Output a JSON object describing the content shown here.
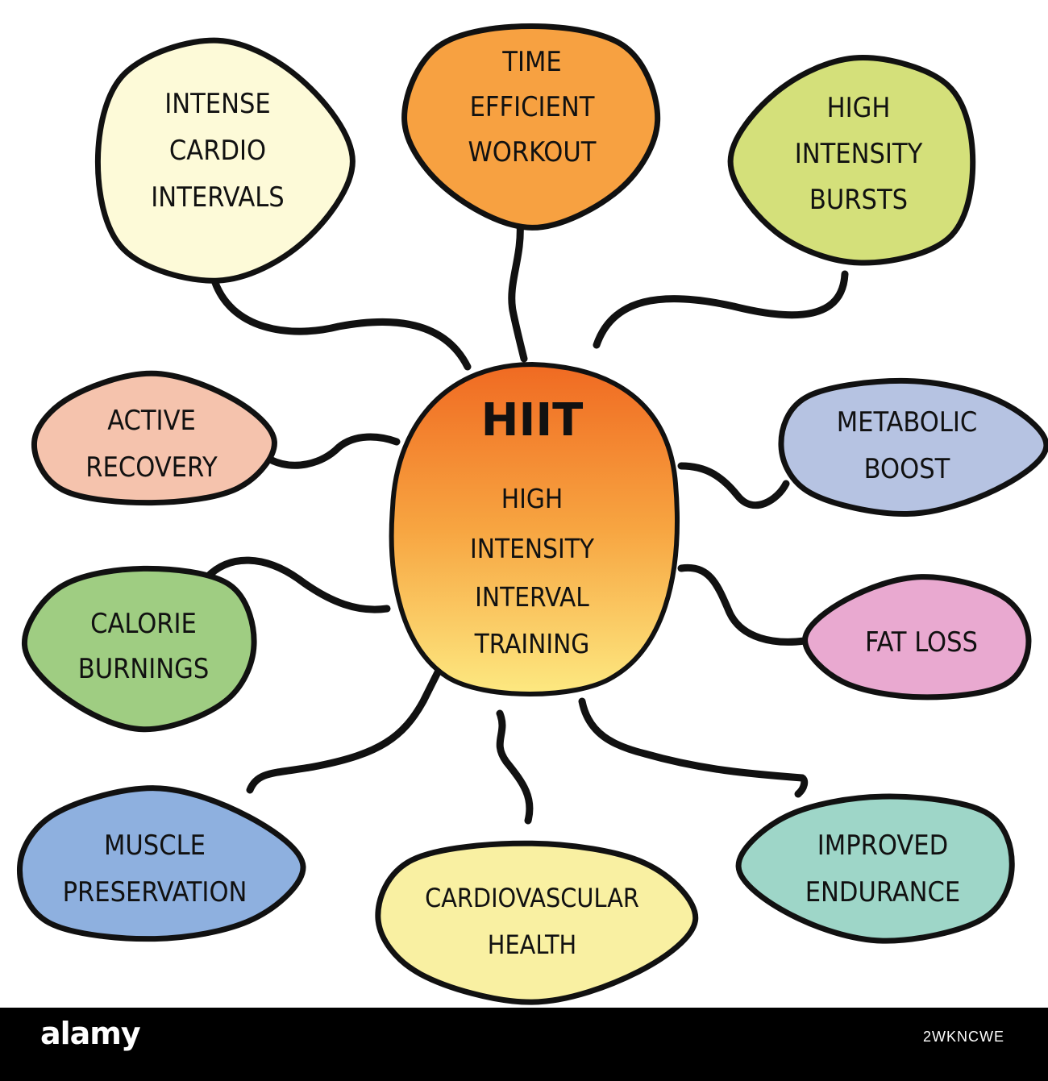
{
  "hub": {
    "title": "HIIT",
    "subtitle_lines": [
      "HIGH",
      "INTENSITY",
      "INTERVAL",
      "TRAINING"
    ],
    "gradient": [
      "#f06a22",
      "#f7a541",
      "#fde981"
    ]
  },
  "nodes": [
    {
      "id": "intense-cardio-intervals",
      "lines": [
        "INTENSE",
        "CARDIO",
        "INTERVALS"
      ],
      "fill": "#fdfad8"
    },
    {
      "id": "time-efficient-workout",
      "lines": [
        "TIME",
        "EFFICIENT",
        "WORKOUT"
      ],
      "fill": "#f7a141"
    },
    {
      "id": "high-intensity-bursts",
      "lines": [
        "HIGH",
        "INTENSITY",
        "BURSTS"
      ],
      "fill": "#d4e07a"
    },
    {
      "id": "active-recovery",
      "lines": [
        "ACTIVE",
        "RECOVERY"
      ],
      "fill": "#f5c3ad"
    },
    {
      "id": "metabolic-boost",
      "lines": [
        "METABOLIC",
        "BOOST"
      ],
      "fill": "#b6c3e2"
    },
    {
      "id": "calorie-burnings",
      "lines": [
        "CALORIE",
        "BURNINGS"
      ],
      "fill": "#9fcd82"
    },
    {
      "id": "fat-loss",
      "lines": [
        "FAT LOSS"
      ],
      "fill": "#e9a9d0"
    },
    {
      "id": "muscle-preservation",
      "lines": [
        "MUSCLE",
        "PRESERVATION"
      ],
      "fill": "#8eb0df"
    },
    {
      "id": "cardiovascular-health",
      "lines": [
        "CARDIOVASCULAR",
        "HEALTH"
      ],
      "fill": "#f9f0a2"
    },
    {
      "id": "improved-endurance",
      "lines": [
        "IMPROVED",
        "ENDURANCE"
      ],
      "fill": "#9ed6c8"
    }
  ],
  "footer": {
    "brand": "alamy",
    "image_id": "2WKNCWE"
  }
}
